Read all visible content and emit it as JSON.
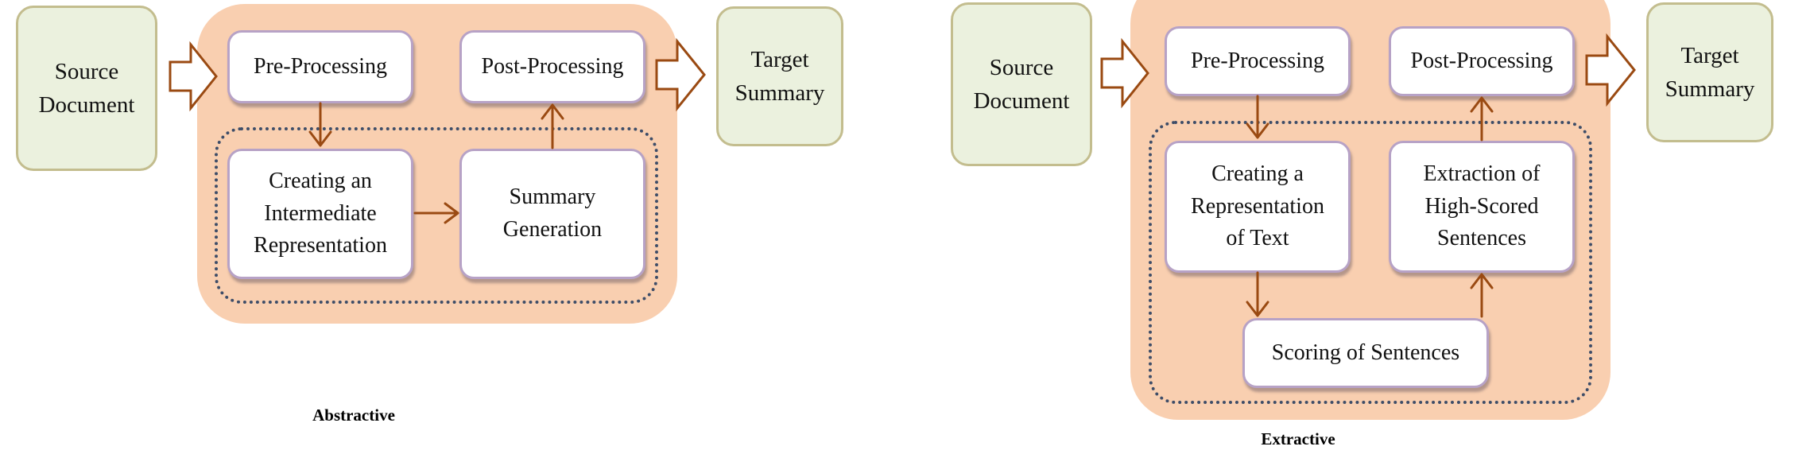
{
  "abstractive": {
    "source_document": "Source\nDocument",
    "pre_processing": "Pre-Processing",
    "post_processing": "Post-Processing",
    "intermediate_representation": "Creating an\nIntermediate\nRepresentation",
    "summary_generation": "Summary\nGeneration",
    "target_summary": "Target\nSummary",
    "caption": "Abstractive"
  },
  "extractive": {
    "source_document": "Source\nDocument",
    "pre_processing": "Pre-Processing",
    "post_processing": "Post-Processing",
    "representation_of_text": "Creating a\nRepresentation\nof Text",
    "extraction_sentences": "Extraction of\nHigh-Scored\nSentences",
    "scoring_sentences": "Scoring of Sentences",
    "target_summary": "Target\nSummary",
    "caption": "Extractive"
  },
  "colors": {
    "panel_fill": "#f9cfb0",
    "green_fill": "#ebf1de",
    "arrow": "#9a4a12",
    "dotted_border": "#3e4d68"
  }
}
